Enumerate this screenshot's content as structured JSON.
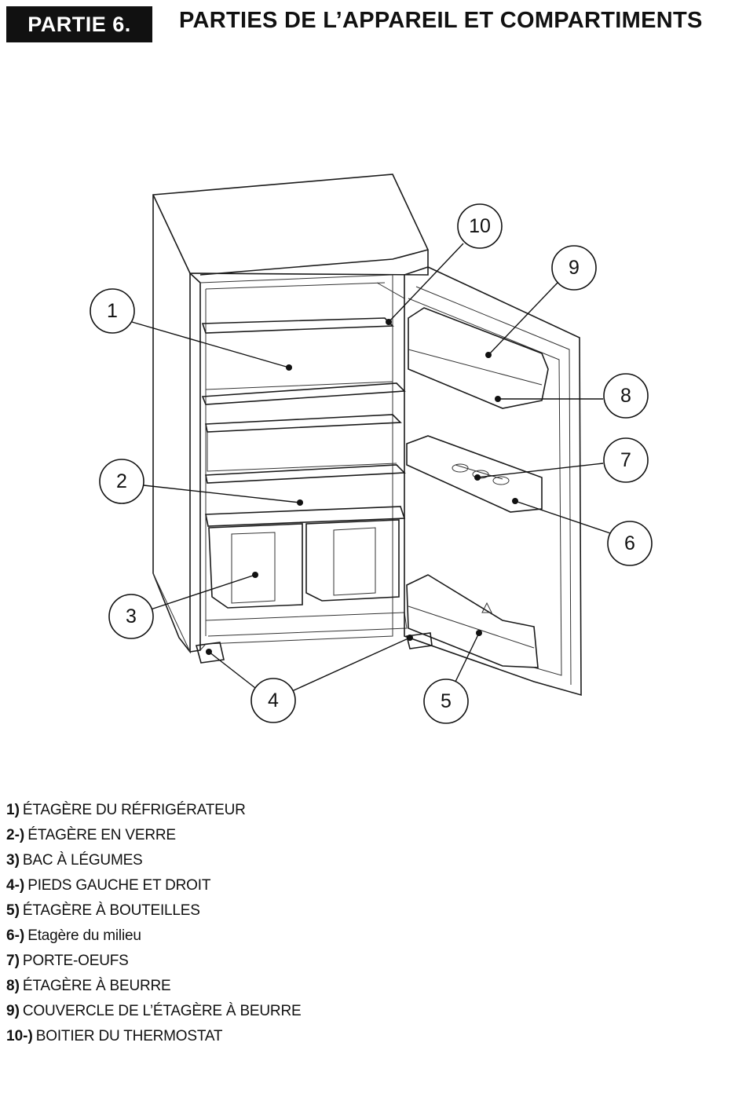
{
  "header": {
    "badge": "PARTIE  6.",
    "title": "PARTIES DE L’APPAREIL ET COMPARTIMENTS"
  },
  "callouts": [
    "1",
    "2",
    "3",
    "4",
    "5",
    "6",
    "7",
    "8",
    "9",
    "10"
  ],
  "legend": [
    {
      "num": "1)",
      "text": "ÉTAGÈRE DU RÉFRIGÉRATEUR"
    },
    {
      "num": "2-)",
      "text": "ÉTAGÈRE EN VERRE"
    },
    {
      "num": "3)",
      "text": "BAC À LÉGUMES"
    },
    {
      "num": "4-)",
      "text": "PIEDS GAUCHE ET DROIT"
    },
    {
      "num": "5)",
      "text": "ÉTAGÈRE À BOUTEILLES"
    },
    {
      "num": "6-)",
      "text": "Etagère du milieu"
    },
    {
      "num": "7)",
      "text": "PORTE-OEUFS"
    },
    {
      "num": "8)",
      "text": "ÉTAGÈRE À BEURRE"
    },
    {
      "num": "9)",
      "text": "COUVERCLE DE L’ÉTAGÈRE À BEURRE"
    },
    {
      "num": "10-)",
      "text": "BOITIER DU THERMOSTAT"
    }
  ]
}
